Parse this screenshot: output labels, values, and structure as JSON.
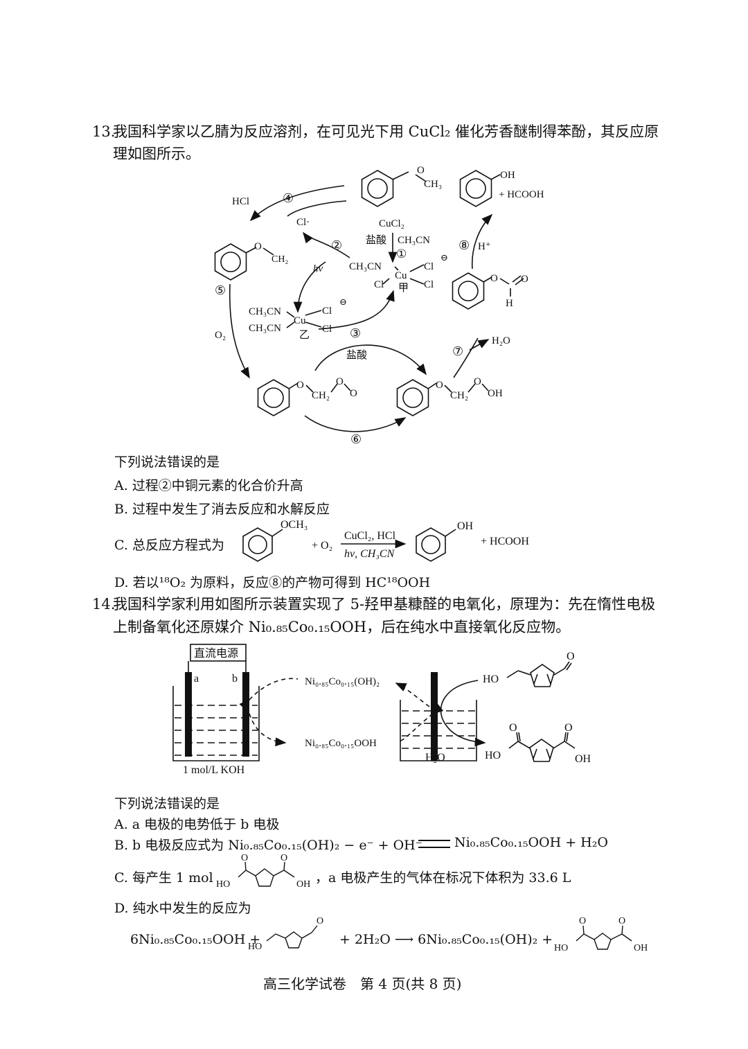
{
  "q13": {
    "number": "13.",
    "stem_line1": "我国科学家以乙腈为反应溶剂，在可见光下用 CuCl₂ 催化芳香醚制得苯酚，其反应原",
    "stem_line2": "理如图所示。",
    "diagram": {
      "hcl": "HCl",
      "cl_radical": "Cl·",
      "cucl2": "CuCl₂",
      "yansuan": "盐酸",
      "ch3cn": "CH₃CN",
      "o2": "O₂",
      "hv": "hν",
      "h_plus": "H⁺",
      "h2o": "H₂O",
      "hcooh": "+ HCOOH",
      "och3": "O—CH₃",
      "jia": "甲",
      "yi": "乙",
      "cu": "Cu",
      "cl": "Cl",
      "oh": "OH",
      "o": "O",
      "h": "H",
      "ch2": "CH₂",
      "steps": [
        "④",
        "②",
        "①",
        "⑧",
        "⑤",
        "③",
        "⑦",
        "⑥"
      ]
    },
    "prompt": "下列说法错误的是",
    "options": {
      "A": "A. 过程②中铜元素的化合价升高",
      "B": "B. 过程中发生了消去反应和水解反应",
      "C_prefix": "C. 总反应方程式为",
      "C_o2": "+ O₂",
      "C_top": "CuCl₂, HCl",
      "C_bottom": "hν, CH₃CN",
      "C_och3": "OCH₃",
      "C_oh": "OH",
      "C_hcooh": "+ HCOOH",
      "D": "D. 若以¹⁸O₂ 为原料，反应⑧的产物可得到 HC¹⁸OOH"
    }
  },
  "q14": {
    "number": "14.",
    "stem_line1": "我国科学家利用如图所示装置实现了 5-羟甲基糠醛的电氧化，原理为：先在惰性电极",
    "stem_line2": "上制备氧化还原媒介 Ni₀.₈₅Co₀.₁₅OOH，后在纯水中直接氧化反应物。",
    "diagram": {
      "power": "直流电源",
      "a": "a",
      "b": "b",
      "electrolyte": "1 mol/L KOH",
      "ni_oh2": "Ni₀.₈₅Co₀.₁₅(OH)₂",
      "ni_ooh": "Ni₀.₈₅Co₀.₁₅OOH",
      "h2o": "H₂O",
      "ho": "HO",
      "oh": "OH",
      "o": "O"
    },
    "prompt": "下列说法错误的是",
    "options": {
      "A": "A. a 电极的电势低于 b 电极",
      "B_left": "B. b 电极反应式为 Ni₀.₈₅Co₀.₁₅(OH)₂ − e⁻ + OH⁻",
      "B_right": "Ni₀.₈₅Co₀.₁₅OOH + H₂O",
      "C_left": "C. 每产生 1 mol",
      "C_right": "，a 电极产生的气体在标况下体积为 33.6 L",
      "D": "D. 纯水中发生的反应为",
      "D_eq1": "6Ni₀.₈₅Co₀.₁₅OOH +",
      "D_eq2": "+ 2H₂O ⟶ 6Ni₀.₈₅Co₀.₁₅(OH)₂ +"
    }
  },
  "footer": "高三化学试卷　第 4 页(共 8 页)"
}
